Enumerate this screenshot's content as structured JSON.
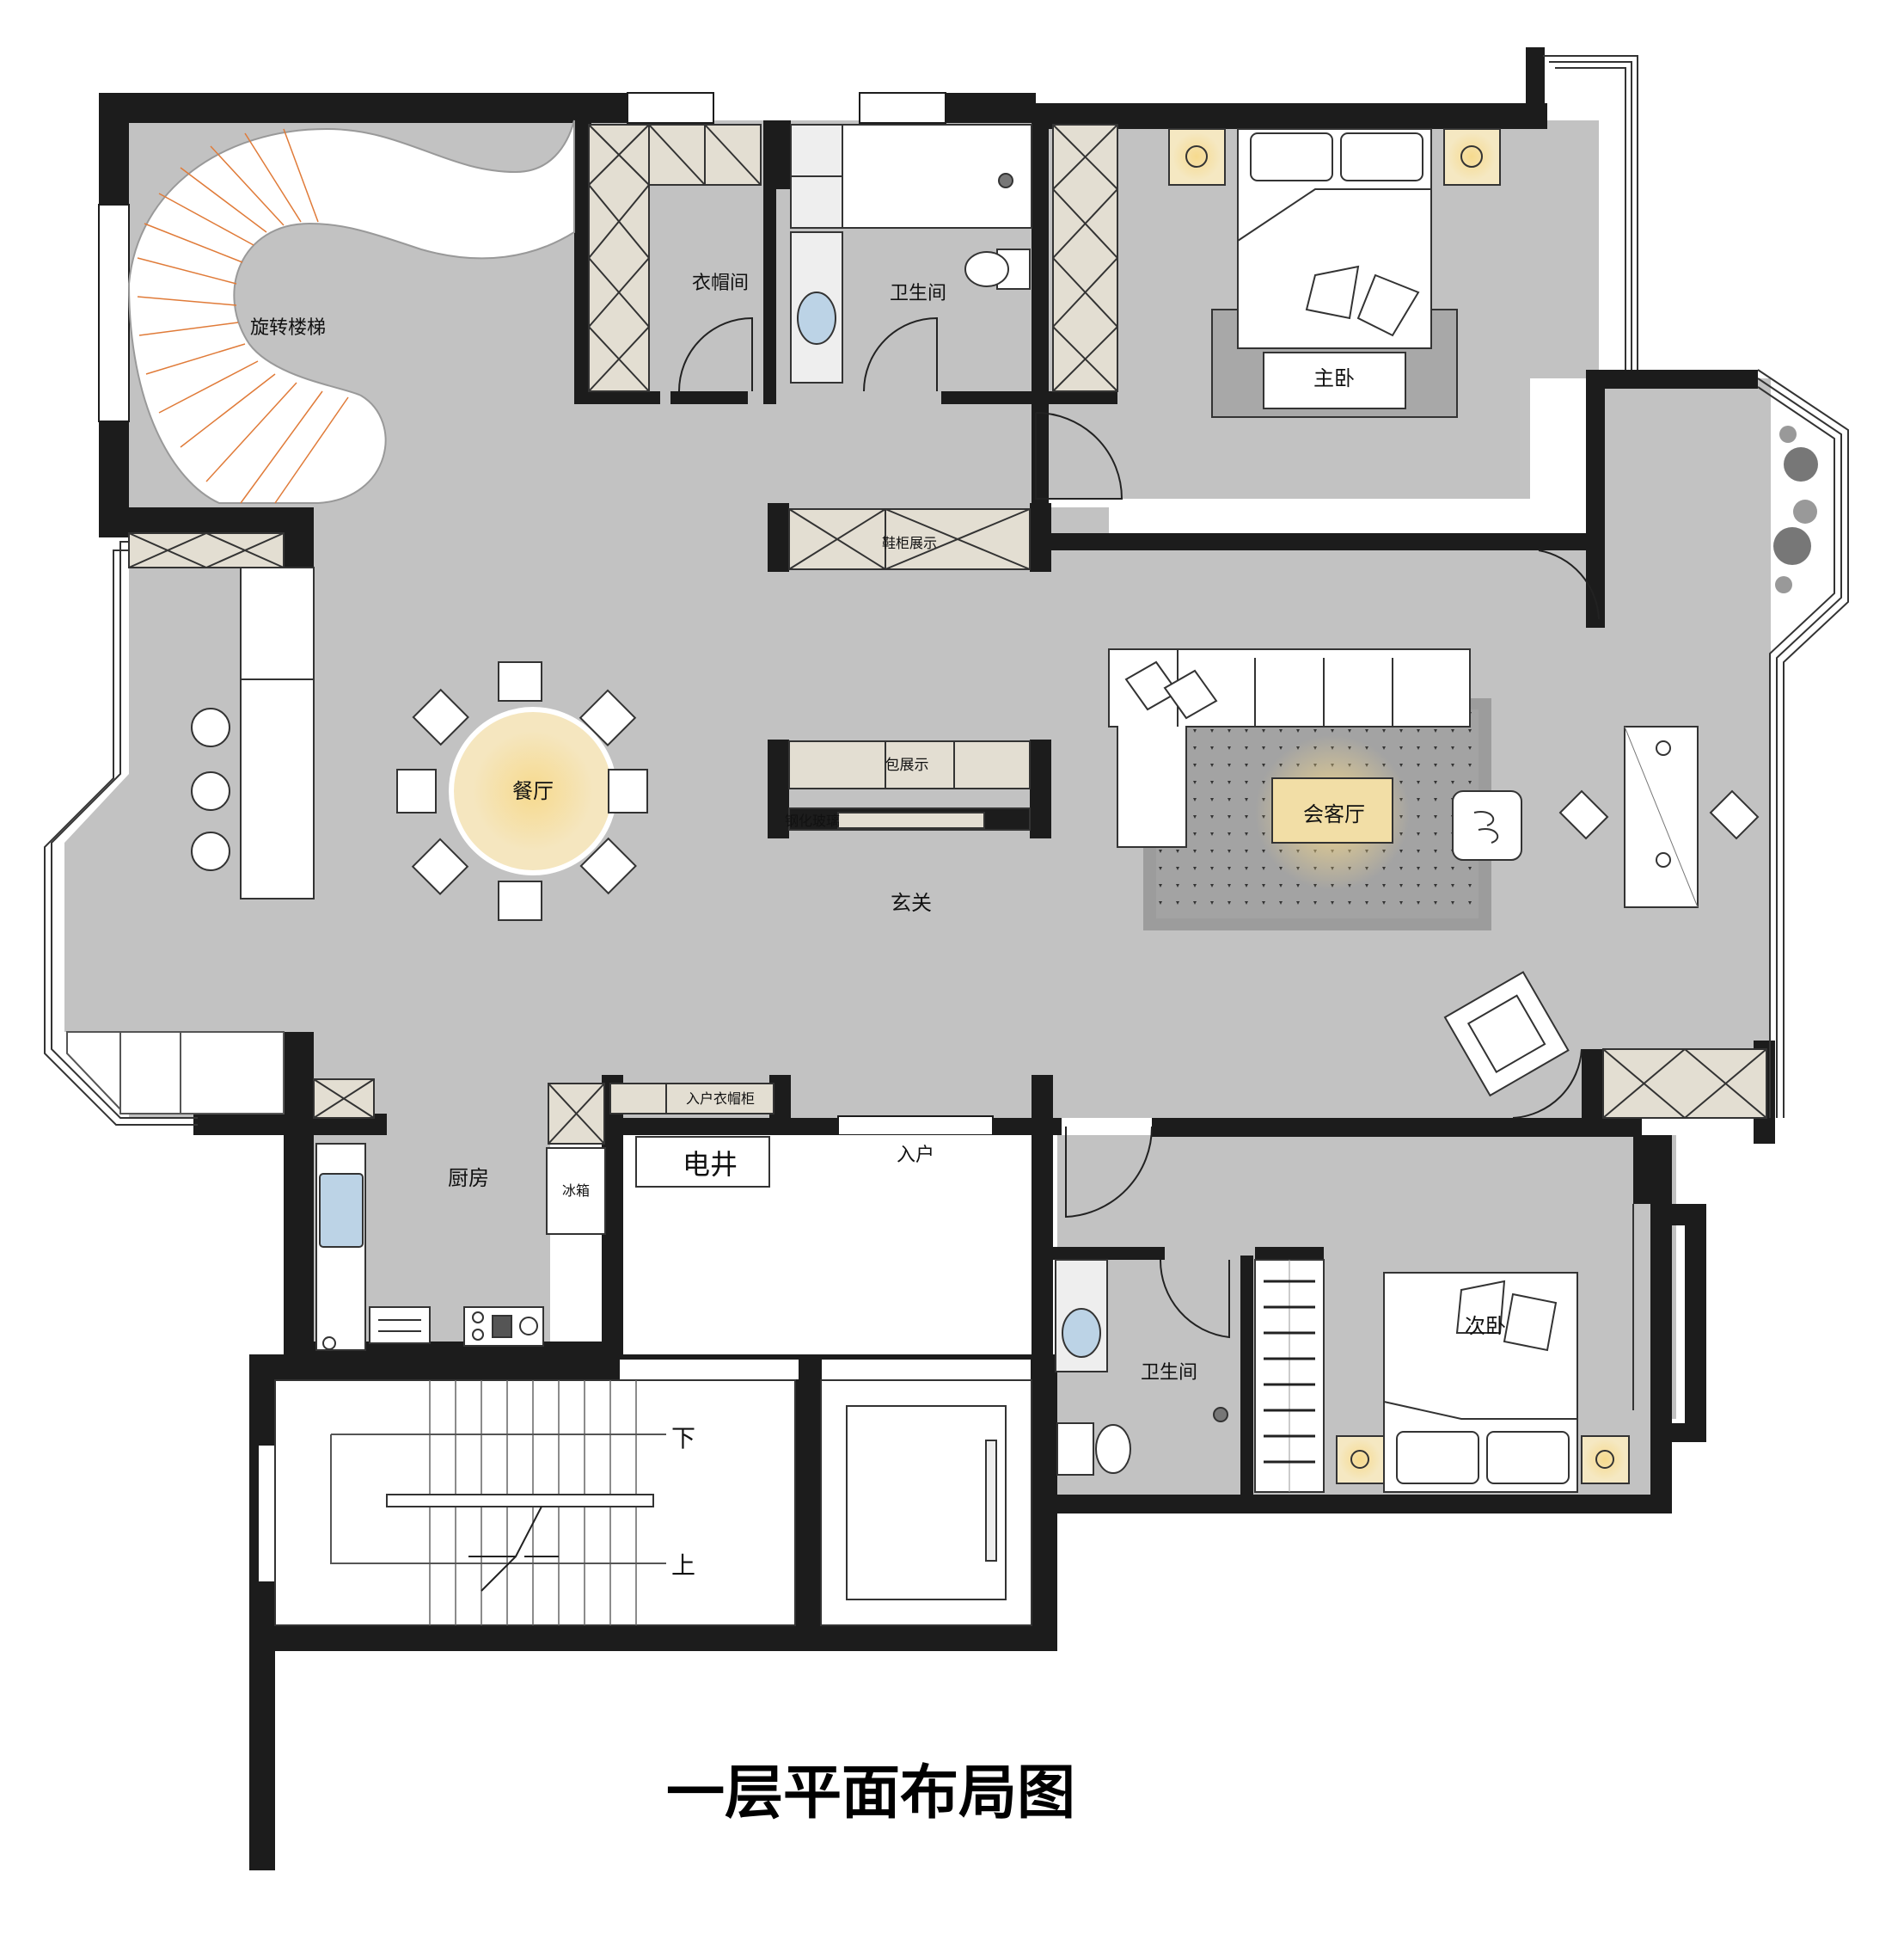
{
  "rooms": {
    "spiral_stair": "旋转楼梯",
    "cloakroom": "衣帽间",
    "bathroom_1": "卫生间",
    "master_bedroom": "主卧",
    "shoe_cabinet": "鞋柜展示",
    "dining": "餐厅",
    "display": "包展示",
    "glass": "钢化玻璃",
    "living": "会客厅",
    "foyer": "玄关",
    "entry_cabinet": "入户衣帽柜",
    "kitchen": "厨房",
    "fridge": "冰箱",
    "elec_shaft": "电井",
    "entrance": "入户",
    "bathroom_2": "卫生间",
    "second_bedroom": "次卧",
    "stair_down": "下",
    "stair_up": "上"
  },
  "title": "一层平面布局图",
  "colors": {
    "wall": "#1c1c1c",
    "floor": "#c2c2c2",
    "cabinet": "#e3ded2",
    "furniture": "#ffffff",
    "rug": "#9c9c9c",
    "lamp": "#f3dca0",
    "stair_line": "#e07b39"
  }
}
